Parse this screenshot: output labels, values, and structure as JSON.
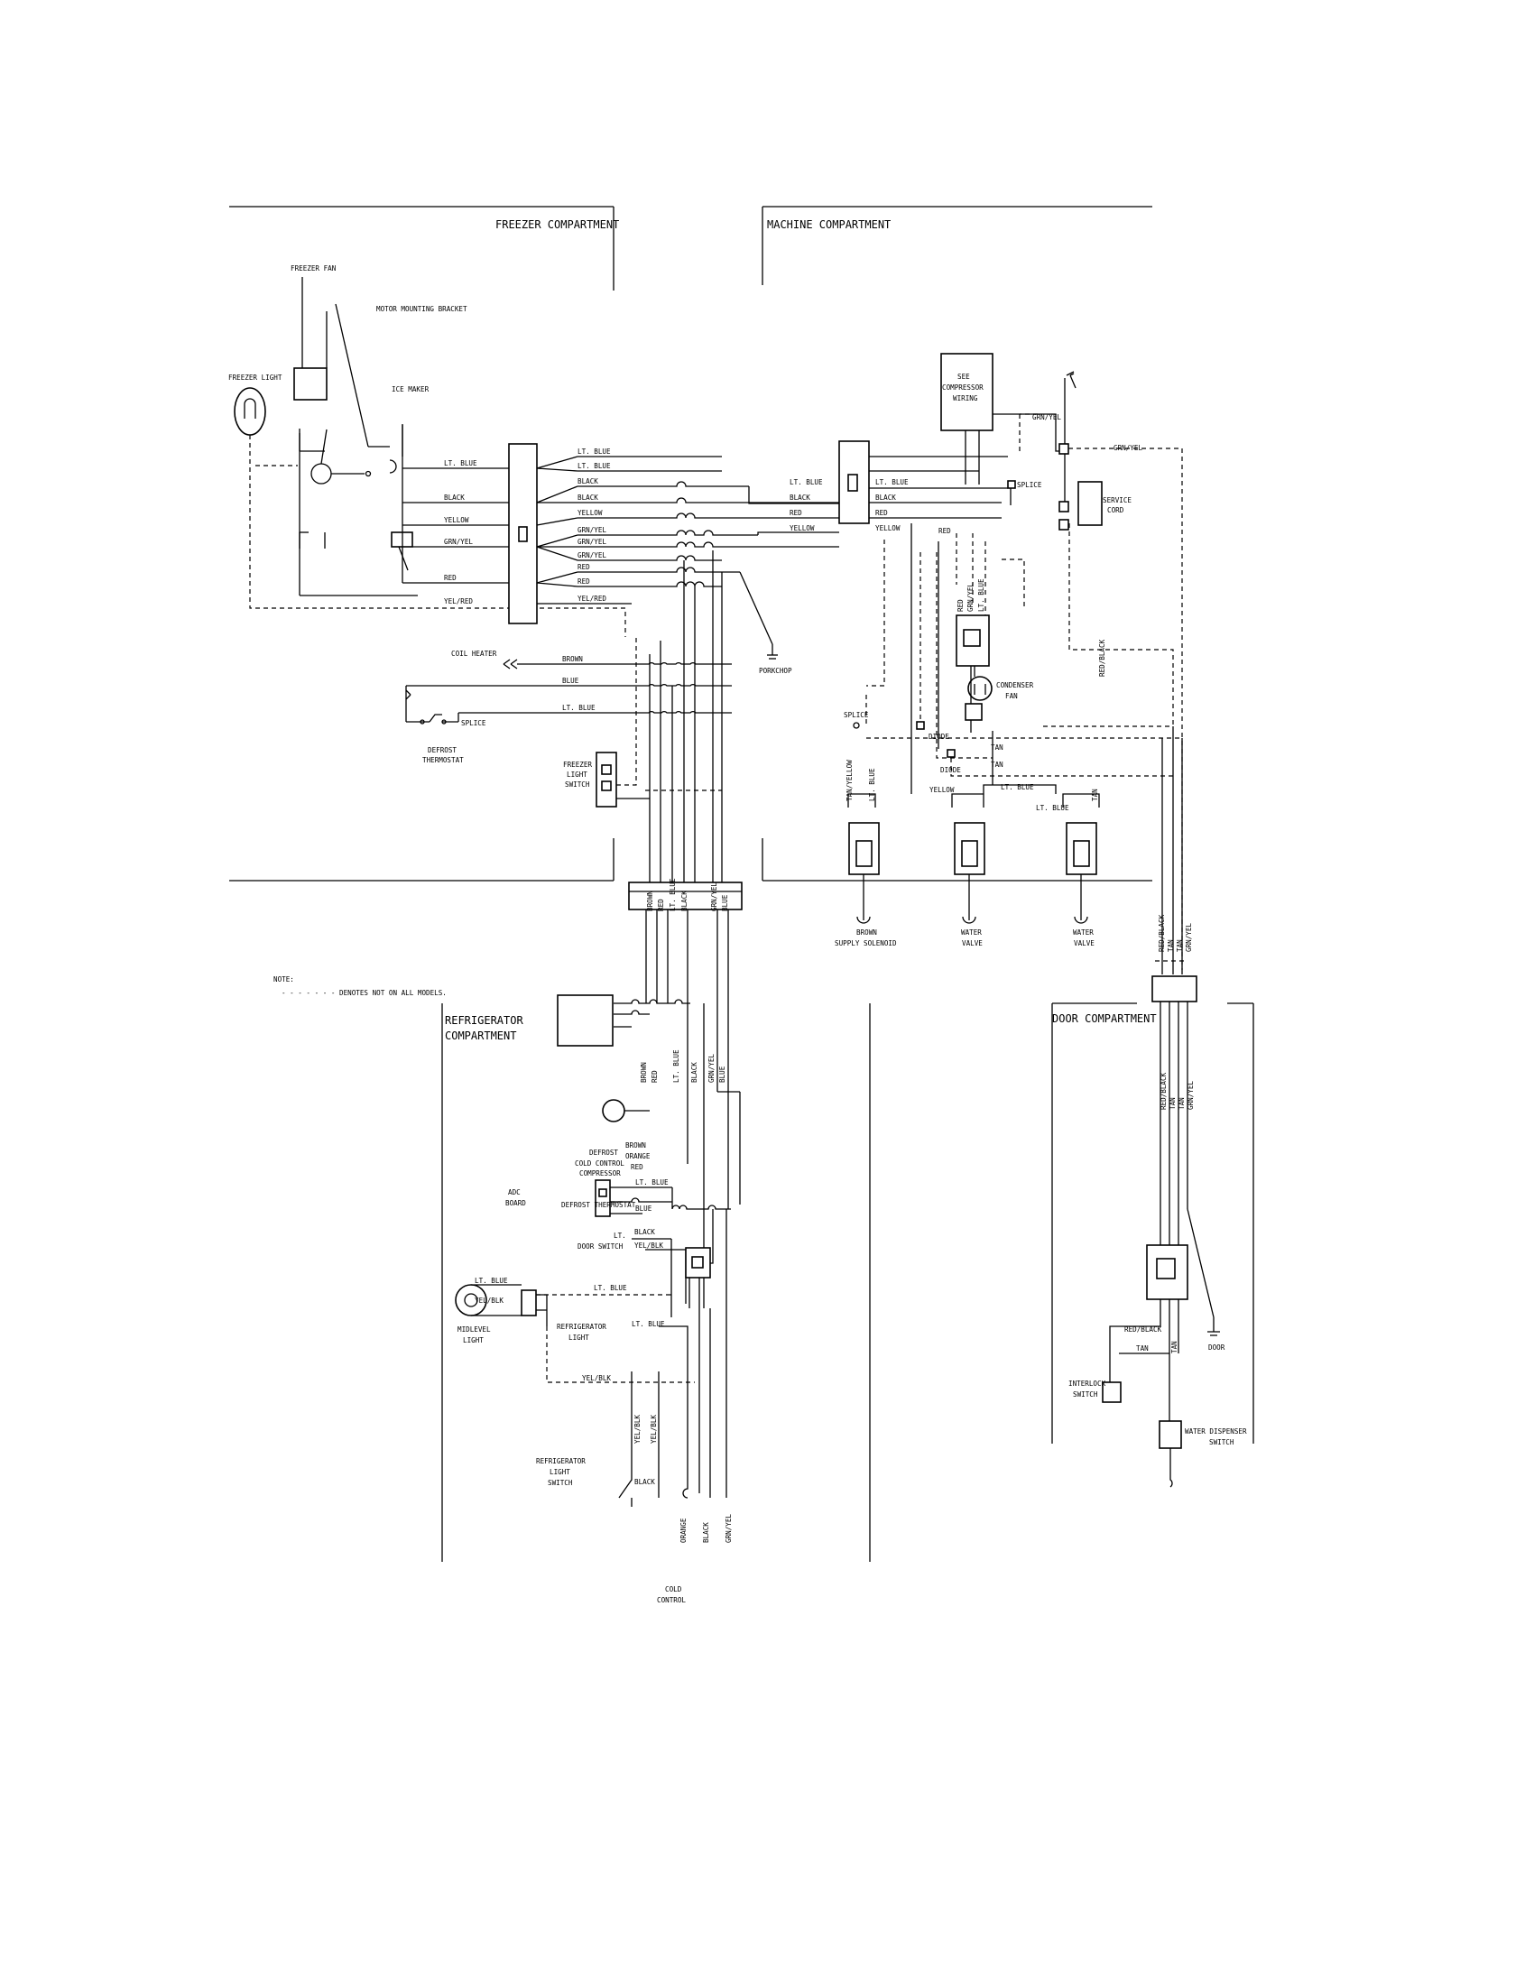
{
  "sections": {
    "freezer": "FREEZER COMPARTMENT",
    "machine": "MACHINE COMPARTMENT",
    "refrigerator": [
      "REFRIGERATOR",
      "COMPARTMENT"
    ],
    "door": "DOOR COMPARTMENT"
  },
  "freezer": {
    "freezer_fan": "FREEZER FAN",
    "motor_bracket": "MOTOR MOUNTING BRACKET",
    "freezer_light": "FREEZER LIGHT",
    "ice_maker": "ICE MAKER",
    "coil_heater": "COIL HEATER",
    "splice": "SPLICE",
    "defrost_thermostat": [
      "DEFROST",
      "THERMOSTAT"
    ],
    "freezer_light_switch": [
      "FREEZER",
      "LIGHT",
      "SWITCH"
    ],
    "porkchop": "PORKCHOP",
    "wires_left": [
      "LT. BLUE",
      "BLACK",
      "YELLOW",
      "GRN/YEL",
      "RED",
      "YEL/RED"
    ],
    "wires_right": [
      "LT. BLUE",
      "LT. BLUE",
      "BLACK",
      "BLACK",
      "YELLOW",
      "GRN/YEL",
      "GRN/YEL",
      "GRN/YEL",
      "RED",
      "RED",
      "YEL/RED"
    ],
    "heater_wires": [
      "BROWN",
      "BLUE",
      "LT. BLUE"
    ]
  },
  "machine": {
    "compressor": [
      "SEE",
      "COMPRESSOR",
      "WIRING"
    ],
    "service_cord": [
      "SERVICE",
      "CORD"
    ],
    "splice": "SPLICE",
    "condenser_fan": [
      "CONDENSER",
      "FAN"
    ],
    "splice2": "SPLICE",
    "diode1": "DIODE",
    "diode2": "DIODE",
    "brown_valve": [
      "BROWN",
      "SUPPLY SOLENOID"
    ],
    "water_valve1": [
      "WATER",
      "VALVE"
    ],
    "water_valve2": [
      "WATER",
      "VALVE"
    ],
    "wires_in": [
      "LT. BLUE",
      "BLACK",
      "RED",
      "YELLOW"
    ],
    "wires_out": [
      "LT. BLUE",
      "BLACK",
      "RED",
      "YELLOW"
    ],
    "grn_yel_1": "GRN/YEL",
    "grn_yel_2": "GRN/YEL",
    "red_black": "RED/BLACK",
    "red_1": "RED",
    "vertical_wires": [
      "RED",
      "GRN/YEL",
      "LT. BLUE"
    ],
    "tan1": "TAN",
    "tan2": "TAN",
    "yellow": "YELLOW",
    "lt_blue1": "LT. BLUE",
    "lt_blue2": "LT. BLUE",
    "valve_wires": [
      "TAN/YELLOW",
      "LT. BLUE"
    ],
    "tan3": "TAN",
    "door_bundle": [
      "RED/BLACK",
      "TAN",
      "TAN",
      "GRN/YEL"
    ]
  },
  "connector_wires": [
    "BROWN",
    "RED",
    "LT. BLUE",
    "BLACK",
    "GRN/YEL",
    "BLUE"
  ],
  "note": {
    "title": "NOTE:",
    "text": "- - - - - - - DENOTES NOT ON ALL MODELS."
  },
  "refrigerator": {
    "wires_vertical": [
      "BROWN",
      "RED",
      "LT. BLUE",
      "BLACK",
      "GRN/YEL",
      "BLUE"
    ],
    "adc_board": [
      "ADC",
      "BOARD"
    ],
    "defrost_label": [
      "DEFROST",
      "COLD CONTROL",
      "COMPRESSOR"
    ],
    "defrost_thermostat": "DEFROST THERMOSTAT",
    "color_stack": [
      "BROWN",
      "ORANGE",
      "RED"
    ],
    "lt_blue": "LT. BLUE",
    "blue": "BLUE",
    "door_switch": [
      "LT.",
      "DOOR SWITCH"
    ],
    "black": "BLACK",
    "yel_blk": "YEL/BLK",
    "lt_blue_2": "LT. BLUE",
    "lt_blue_3": "LT. BLUE",
    "yel_blk_2": "YEL/BLK",
    "lt_blue_4": "LT. BLUE",
    "midlevel_light": [
      "MIDLEVEL",
      "LIGHT"
    ],
    "refrigerator_light": [
      "REFRIGERATOR",
      "LIGHT"
    ],
    "yel_blk_3": "YEL/BLK",
    "vertical_yel_blk": [
      "YEL/BLK",
      "YEL/BLK"
    ],
    "light_switch": [
      "REFRIGERATOR",
      "LIGHT",
      "SWITCH"
    ],
    "black_2": "BLACK",
    "bottom_wires": [
      "ORANGE",
      "BLACK",
      "GRN/YEL"
    ],
    "cold_control": [
      "COLD",
      "CONTROL"
    ]
  },
  "door": {
    "wires": [
      "RED/BLACK",
      "TAN",
      "TAN",
      "GRN/YEL"
    ],
    "red_black": "RED/BLACK",
    "tan": "TAN",
    "tan_v": "TAN",
    "door": "DOOR",
    "interlock_switch": [
      "INTERLOCK",
      "SWITCH"
    ],
    "water_dispenser_switch": [
      "WATER DISPENSER",
      "SWITCH"
    ]
  }
}
